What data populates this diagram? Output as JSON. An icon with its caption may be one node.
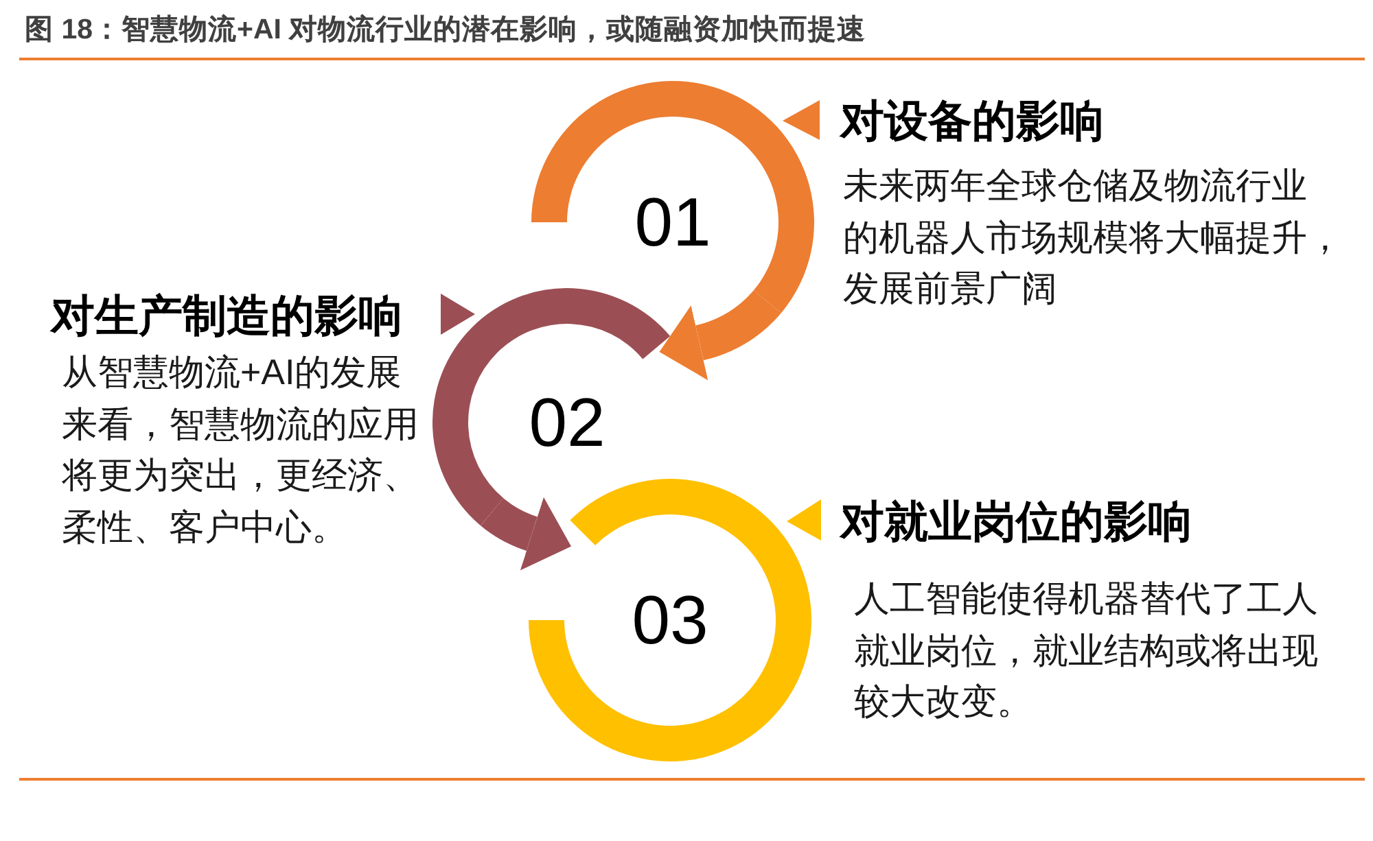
{
  "diagram": {
    "title": "图 18：智慧物流+AI 对物流行业的潜在影响，或随融资加快而提速",
    "nodes": [
      {
        "text": [
          "01"
        ],
        "beside": [
          "对设备的影响",
          "未来两年全球仓储及物流行业的机器人市场规模将大幅提升，发展前景广阔"
        ]
      },
      {
        "text": [
          "02"
        ],
        "beside": [
          "对生产制造的影响",
          "从智慧物流+AI的发展来看，智慧物流的应用将更为突出，更经济、柔性、客户中心。"
        ]
      },
      {
        "text": [
          "03"
        ],
        "beside": [
          "对就业岗位的影响",
          "人工智能使得机器替代了工人就业岗位，就业结构或将出现较大改变。"
        ]
      }
    ],
    "edges": [
      {
        "from": 0,
        "to": 1,
        "arrow": "to",
        "color": "#ed7d31"
      },
      {
        "from": 1,
        "to": 2,
        "arrow": "to",
        "color": "#9b4f55"
      }
    ]
  }
}
